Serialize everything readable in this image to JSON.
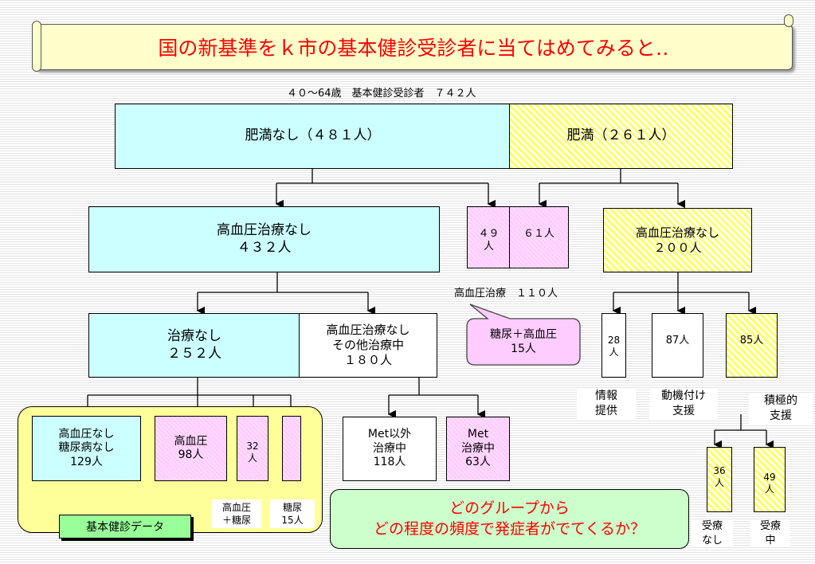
{
  "title": "国の新基準をｋ市の基本健診受診者に当てはめてみると‥",
  "total_label": "４０～64歳　基本健診受診者　７４２人",
  "colors": {
    "cyan": "#ccffff",
    "pink": "#ffccff",
    "yellow": "#ffff99",
    "title_red": "#ff0000",
    "callout_green": "#ccffcc"
  },
  "level1": {
    "non_obese": "肥満なし（４８１人）",
    "obese": "肥満（２６１人）"
  },
  "level2": {
    "no_htn_tx": "高血圧治療なし\n４３２人",
    "box_49": "４９\n人",
    "box_61": "６１人",
    "htn_tx_label": "高血圧治療　１１０人",
    "obese_no_htn_tx": "高血圧治療なし\n２００人"
  },
  "callout_diabetes": "糖尿＋高血圧\n15人",
  "level3": {
    "no_treatment": "治療なし\n２５２人",
    "other_treatment": "高血圧治療なし\nその他治療中\n１８０人",
    "box_28": "28\n人",
    "box_87": "87人",
    "box_85": "85人"
  },
  "support_labels": {
    "info": "情報\n提供",
    "motivation": "動機付け\n支援",
    "active": "積極的\n支援"
  },
  "level4": {
    "none": "高血圧なし\n糖尿病なし\n129人",
    "htn": "高血圧\n98人",
    "box_32": "32\n人",
    "met_other": "Met以外\n治療中\n118人",
    "met_tx": "Met\n治療中\n63人",
    "box_36": "36\n人",
    "box_49b": "49\n人"
  },
  "notes": {
    "htn_diabetes": "高血圧\n＋糖尿",
    "diabetes": "糖尿\n15人"
  },
  "tx_labels": {
    "no_tx": "受療\nなし",
    "in_tx": "受療\n中"
  },
  "basic_data_label": "基本健診データ",
  "question": "どのグループから\nどの程度の頻度で発症者がでてくるか？"
}
